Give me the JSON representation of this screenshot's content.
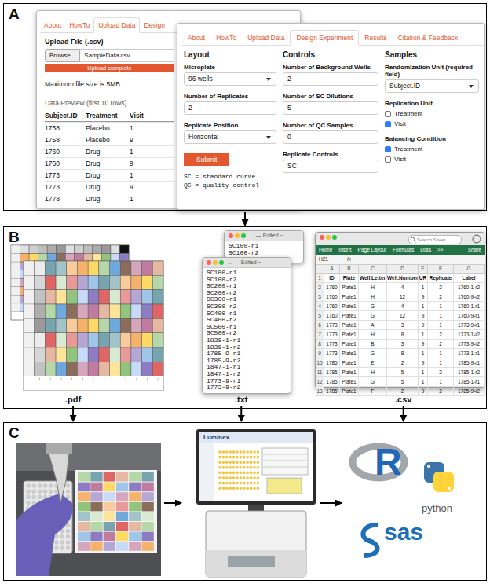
{
  "diagram": {
    "nodes": [
      {
        "text": [
          "A"
        ]
      },
      {
        "text": [
          "B"
        ]
      },
      {
        "text": [
          "C"
        ]
      },
      {
        "text": [
          ".pdf"
        ],
        "in": 1
      },
      {
        "text": [
          ".txt"
        ],
        "in": 1
      },
      {
        "text": [
          ".csv"
        ],
        "in": 1
      }
    ],
    "edges": [
      {
        "from": 0,
        "to": 1,
        "arrow": "to"
      },
      {
        "from": 3,
        "to": 2,
        "arrow": "to"
      },
      {
        "from": 4,
        "to": 2,
        "arrow": "to"
      },
      {
        "from": 5,
        "to": 2,
        "arrow": "to"
      }
    ],
    "labels": [
      "About",
      "HowTo",
      "Upload Data",
      "Design",
      "Upload File (.csv)",
      "Browse...",
      "SampleData.csv",
      "Upload complete",
      "Maximum file size is 5MB",
      "Data Preview (first 10 rows)",
      "Subject.ID",
      "Treatment",
      "Visit",
      "1758",
      "Placebo",
      "1",
      "1758",
      "Placebo",
      "9",
      "1760",
      "Drug",
      "1",
      "1760",
      "Drug",
      "9",
      "1773",
      "Drug",
      "1",
      "1773",
      "Drug",
      "9",
      "1778",
      "Drug",
      "1",
      "About",
      "HowTo",
      "Upload Data",
      "Design Experiment",
      "Results",
      "Citation & Feedback",
      "Layout",
      "Microplate",
      "96 wells",
      "Number of Replicates",
      "2",
      "Replicate Position",
      "Horizontal",
      "Submit",
      "SC = standard curve",
      "QC = quality control",
      "Controls",
      "Number of Background Wells",
      "2",
      "Number of SC Dilutions",
      "5",
      "Number of QC Samples",
      "0",
      "Replicate Controls",
      "SC",
      "Samples",
      "Randomization Unit (required field)",
      "Subject.ID",
      "Replication Unit",
      "Treatment",
      "Visit",
      "Balancing Condition",
      "Treatment",
      "Visit",
      "... — Edited ~",
      "SC100-r1",
      "SC100-r2",
      "... — Edited ~",
      "SC100-r1",
      "SC100-r2",
      "SC200-r1",
      "SC200-r2",
      "SC300-r1",
      "SC300-r2",
      "SC400-r1",
      "SC400-r2",
      "SC500-r1",
      "SC500-r2",
      "1839-1-r1",
      "1839-1-r2",
      "1785-9-r1",
      "1785-9-r2",
      "1847-1-r1",
      "1847-1-r2",
      "1773-9-r1",
      "1773-9-r2",
      "Search Sheet",
      "Home",
      "Insert",
      "Page Layout",
      "Formulas",
      "Data",
      ">>",
      "Share",
      "H21",
      "fx",
      "A",
      "B",
      "C",
      "D",
      "E",
      "F",
      "G",
      "1",
      "ID",
      "Plate",
      "Well.Letter",
      "Well.Number",
      "UR",
      "Replicate",
      "Label",
      "2",
      "1760",
      "Plate1",
      "H",
      "4",
      "1",
      "2",
      "1760-1-r2",
      "3",
      "1760",
      "Plate1",
      "H",
      "12",
      "9",
      "2",
      "1760-9-r2",
      "4",
      "1760",
      "Plate1",
      "G",
      "4",
      "1",
      "1",
      "1760-1-r1",
      "5",
      "1760",
      "Plate1",
      "G",
      "12",
      "9",
      "1",
      "1760-9-r1",
      "6",
      "1773",
      "Plate1",
      "A",
      "3",
      "9",
      "1",
      "1773-9-r1",
      "7",
      "1773",
      "Plate1",
      "H",
      "8",
      "1",
      "2",
      "1773-1-r2",
      "8",
      "1773",
      "Plate1",
      "B",
      "3",
      "9",
      "2",
      "1773-9-r2",
      "9",
      "1773",
      "Plate1",
      "G",
      "8",
      "1",
      "1",
      "1773-1-r1",
      "10",
      "1785",
      "Plate1",
      "E",
      "2",
      "9",
      "1",
      "1785-9-r1",
      "11",
      "1785",
      "Plate1",
      "H",
      "5",
      "1",
      "2",
      "1785-1-r2",
      "12",
      "1785",
      "Plate1",
      "G",
      "5",
      "1",
      "1",
      "1785-1-r1",
      "13",
      "1785",
      "Plate1",
      "F",
      "2",
      "9",
      "2",
      "1785-9-r2",
      "Luminex",
      "R",
      "python",
      "sas"
    ]
  }
}
